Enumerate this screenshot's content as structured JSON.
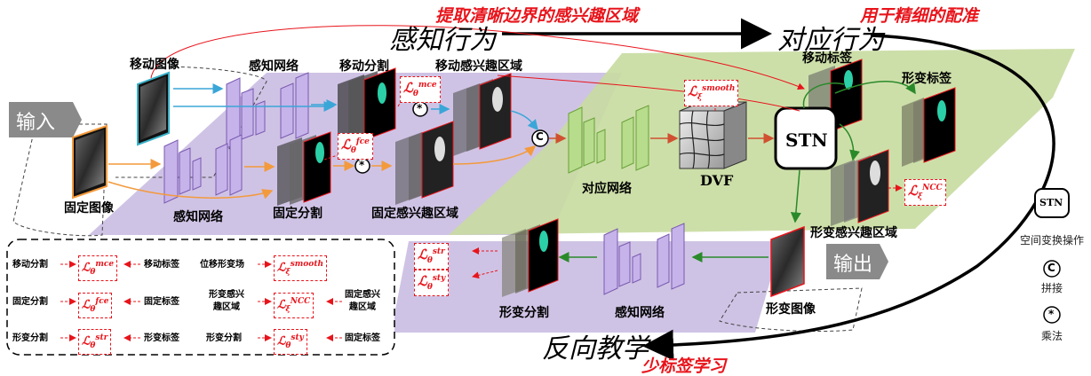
{
  "top": {
    "perception_behavior": "感知行为",
    "corresponding_behavior": "对应行为",
    "extract_text": "提取清晰边界的感兴趣区域",
    "registration_text": "用于精细的配准"
  },
  "bottom": {
    "reverse_teaching": "反向教学",
    "few_label_text": "少标签学习"
  },
  "io": {
    "input": "输入",
    "output": "输出"
  },
  "nodes": {
    "moving_image": "移动图像",
    "fixed_image": "固定图像",
    "perception_net_top": "感知网络",
    "perception_net_bottom": "感知网络",
    "moving_seg": "移动分割",
    "fixed_seg": "固定分割",
    "moving_roi": "移动感兴趣区域",
    "fixed_roi": "固定感兴趣区域",
    "correspond_net": "对应网络",
    "dvf": "DVF",
    "stn": "STN",
    "moving_label": "移动标签",
    "warped_label": "形变标签",
    "warped_roi": "形变感兴趣区域",
    "warped_image": "形变图像",
    "perception_net_rev": "感知网络",
    "warped_seg": "形变分割"
  },
  "losses": {
    "mce": {
      "base": "ℒ",
      "sub": "θ",
      "sup": "mce"
    },
    "fce": {
      "base": "ℒ",
      "sub": "θ",
      "sup": "fce"
    },
    "smooth": {
      "base": "ℒ",
      "sub": "ξ",
      "sup": "smooth"
    },
    "ncc": {
      "base": "ℒ",
      "sub": "ξ",
      "sup": "NCC"
    },
    "str": {
      "base": "ℒ",
      "sub": "θ",
      "sup": "str"
    },
    "sty": {
      "base": "ℒ",
      "sub": "θ",
      "sup": "sty"
    }
  },
  "legend": {
    "r1": {
      "left": "移动分割",
      "mid": "移动标签",
      "left2": "位移形变场"
    },
    "r2": {
      "left": "固定分割",
      "mid": "固定标签",
      "left2a": "形变感兴",
      "left2b": "趣区域",
      "right_a": "固定感兴",
      "right_b": "趣区域"
    },
    "r3": {
      "left": "形变分割",
      "mid": "形变标签",
      "left2": "形变分割",
      "right": "固定标签"
    }
  },
  "side_legend": {
    "stn_symbol": "STN",
    "stn_text": "空间变换操作",
    "concat_symbol": "C",
    "concat_text": "拼接",
    "mult_symbol": "*",
    "mult_text": "乘法"
  },
  "colors": {
    "purple_region": "#c7b8e0",
    "green_region": "#c8dca0",
    "red": "#e8141b",
    "blue_arrow": "#3aa6d8",
    "orange_arrow": "#f39a3d",
    "green_arrow": "#2a8a2a",
    "brown_arrow": "#d05030"
  }
}
